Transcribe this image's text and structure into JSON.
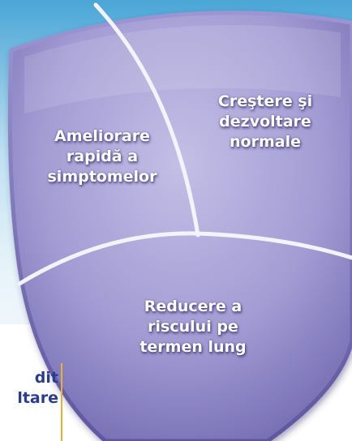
{
  "shield": {
    "segments": [
      {
        "id": "top-left",
        "lines": [
          "Ameliorare",
          "rapidă a",
          "simptomelor"
        ]
      },
      {
        "id": "top-right",
        "lines": [
          "Creştere şi",
          "dezvoltare",
          "normale"
        ]
      },
      {
        "id": "bottom",
        "lines": [
          "Reducere a",
          "riscului pe",
          "termen lung"
        ]
      }
    ],
    "colors": {
      "fill_light": "#b9b4e0",
      "fill_mid": "#9a93cf",
      "fill_dark": "#6e66ad",
      "rim": "#8a82c4",
      "divider": "#f4f3fb"
    }
  },
  "side_caption": {
    "lines": [
      "dit",
      "ltare"
    ],
    "color": "#2b3c8c",
    "divider_color": "#e3b23c"
  },
  "background": {
    "top_color": "#4aa6d6",
    "bottom_color": "#eaf4fa"
  }
}
